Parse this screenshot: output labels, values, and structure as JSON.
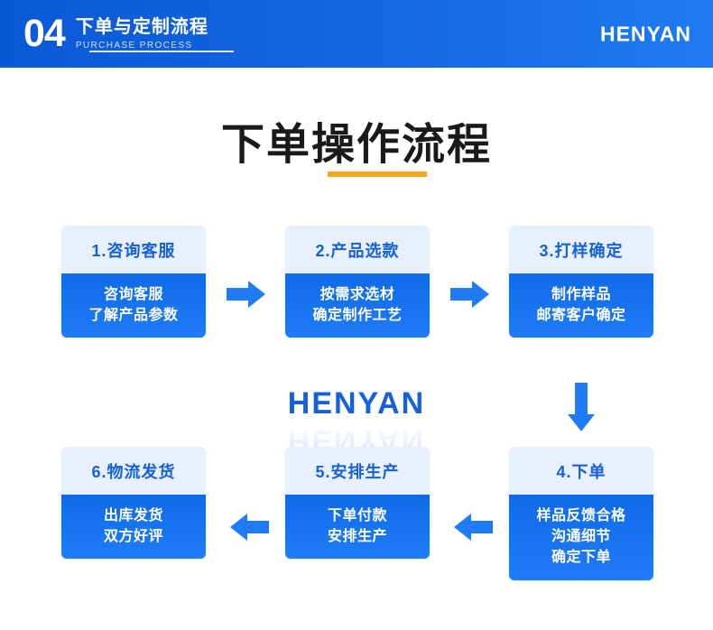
{
  "header": {
    "number": "04",
    "title_cn": "下单与定制流程",
    "title_en": "PURCHASE PROCESS",
    "brand": "HENYAN",
    "bg_color": "#1668e3"
  },
  "page_title": {
    "text": "下单操作流程",
    "underline_color": "#f5a623"
  },
  "watermark": {
    "text": "HENYAN",
    "color": "#1761d8"
  },
  "flow": {
    "accent_color": "#1f7cf5",
    "head_bg": "#e8f0fe",
    "head_color": "#1561d8",
    "steps": [
      {
        "id": "step-1",
        "head": "1.咨询客服",
        "lines": [
          "咨询客服",
          "了解产品参数"
        ]
      },
      {
        "id": "step-2",
        "head": "2.产品选款",
        "lines": [
          "按需求选材",
          "确定制作工艺"
        ]
      },
      {
        "id": "step-3",
        "head": "3.打样确定",
        "lines": [
          "制作样品",
          "邮寄客户确定"
        ]
      },
      {
        "id": "step-4",
        "head": "4.下单",
        "lines": [
          "样品反馈合格",
          "沟通细节",
          "确定下单"
        ]
      },
      {
        "id": "step-5",
        "head": "5.安排生产",
        "lines": [
          "下单付款",
          "安排生产"
        ]
      },
      {
        "id": "step-6",
        "head": "6.物流发货",
        "lines": [
          "出库发货",
          "双方好评"
        ]
      }
    ],
    "arrows": [
      {
        "id": "arrow-1-2",
        "direction": "right"
      },
      {
        "id": "arrow-2-3",
        "direction": "right"
      },
      {
        "id": "arrow-3-4",
        "direction": "down"
      },
      {
        "id": "arrow-4-5",
        "direction": "left"
      },
      {
        "id": "arrow-5-6",
        "direction": "left"
      }
    ]
  }
}
